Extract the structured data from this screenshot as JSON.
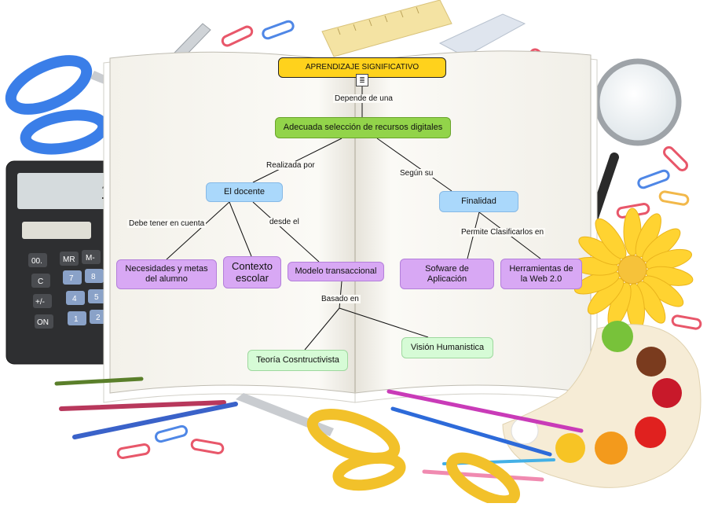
{
  "concept_map": {
    "root": "APRENDIZAJE SIGNIFICATIVO",
    "link_root": "Depende de una",
    "level1": "Adecuada selección de recursos digitales",
    "link_left": "Realizada por",
    "link_right": "Según su",
    "docente": "El docente",
    "finalidad": "Finalidad",
    "link_docente_a": "Debe tener en cuenta",
    "link_docente_b": "desde el",
    "link_finalidad": "Permite Clasificarlos en",
    "necesidades": "Necesidades y metas del alumno",
    "contexto": "Contexto escolar",
    "modelo": "Modelo transaccional",
    "software": "Sofware de Aplicación",
    "herramientas": "Herramientas de la Web 2.0",
    "link_modelo": "Basado en",
    "teoria": "Teoría Cosntructivista",
    "vision": "Visión Humanistica"
  },
  "calculator": {
    "display": "12",
    "keys": [
      "00.",
      "MR",
      "M-",
      "C",
      "7",
      "8",
      "+/-",
      "4",
      "5",
      "ON",
      "1",
      "2"
    ]
  },
  "colors": {
    "root": "#ffd21c",
    "level1": "#92d44a",
    "blue_nodes": "#aad8fb",
    "purple_nodes": "#d8a8f4",
    "mint_nodes": "#d6fbd6",
    "scissors": "#3a7ee8",
    "scissors_bottom": "#f2c12a",
    "flower": "#ffd331"
  },
  "icons": [
    "scissors-icon",
    "calculator-icon",
    "magnifier-icon",
    "ruler-icon",
    "paperclip-icon",
    "flower-icon",
    "paint-palette-icon",
    "pencil-icon",
    "document-icon"
  ]
}
